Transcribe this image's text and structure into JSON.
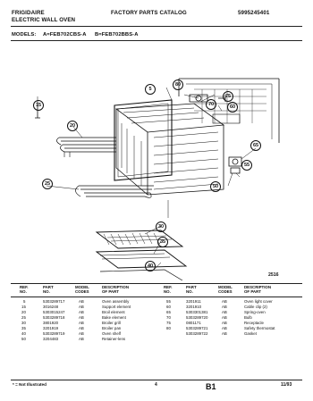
{
  "header": {
    "brand": "FRIGIDAIRE",
    "product": "ELECTRIC WALL OVEN",
    "catalog": "FACTORY PARTS CATALOG",
    "catalog_number": "5995245401"
  },
  "models": {
    "label": "MODELS:",
    "model_a": "A=FEB702CBS-A",
    "model_b": "B=FEB702BBS-A"
  },
  "diagram": {
    "figure_number": "2516",
    "callouts": [
      "5",
      "15",
      "20",
      "25",
      "30",
      "35",
      "40",
      "50",
      "55",
      "60",
      "65",
      "70",
      "75",
      "80"
    ]
  },
  "table": {
    "headers": {
      "ref_no": "REF.\nNO.",
      "part_no": "PART\nNO.",
      "model_codes": "MODEL\nCODES",
      "description": "DESCRIPTION\nOF PART"
    },
    "left_rows": [
      {
        "ref": "5",
        "part": "5303289717",
        "codes": "AB",
        "desc": "Oven assembly"
      },
      {
        "ref": "15",
        "part": "3016248",
        "codes": "AB",
        "desc": "Support element"
      },
      {
        "ref": "20",
        "part": "5303015247",
        "codes": "AB",
        "desc": "Broil element"
      },
      {
        "ref": "25",
        "part": "5303289718",
        "codes": "AB",
        "desc": "Bake element"
      },
      {
        "ref": "30",
        "part": "3801920",
        "codes": "AB",
        "desc": "Broiler grill"
      },
      {
        "ref": "35",
        "part": "3201919",
        "codes": "AB",
        "desc": "Broiler pan"
      },
      {
        "ref": "40",
        "part": "5303289719",
        "codes": "AB",
        "desc": "Oven shelf"
      },
      {
        "ref": "50",
        "part": "3204483",
        "codes": "AB",
        "desc": "Retainer-lens"
      }
    ],
    "right_rows": [
      {
        "ref": "55",
        "part": "3201911",
        "codes": "AB",
        "desc": "Oven light cover"
      },
      {
        "ref": "60",
        "part": "3201910",
        "codes": "AB",
        "desc": "Cable clip (2)"
      },
      {
        "ref": "65",
        "part": "5303301381",
        "codes": "AB",
        "desc": "Spring-oven"
      },
      {
        "ref": "70",
        "part": "5303289720",
        "codes": "AB",
        "desc": "Bulb"
      },
      {
        "ref": "75",
        "part": "0801171",
        "codes": "AB",
        "desc": "Receptacle"
      },
      {
        "ref": "80",
        "part": "5303289721",
        "codes": "AB",
        "desc": "Safety thermostat"
      },
      {
        "ref": "",
        "part": "5303289722",
        "codes": "AB",
        "desc": "Gasket"
      }
    ]
  },
  "footer": {
    "note": "* = Not Illustrated",
    "page": "4",
    "section": "B1",
    "date": "11/93"
  }
}
